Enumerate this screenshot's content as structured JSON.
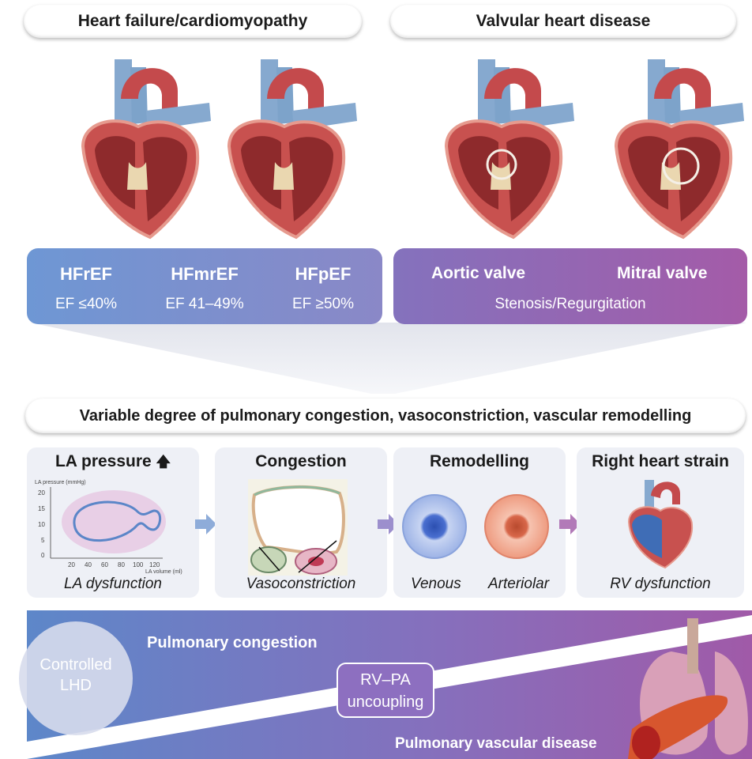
{
  "header": {
    "left_title": "Heart failure/cardiomyopathy",
    "right_title": "Valvular heart disease"
  },
  "hf_types": [
    {
      "name": "HFrEF",
      "ef": "EF ≤40%"
    },
    {
      "name": "HFmrEF",
      "ef": "EF 41–49%"
    },
    {
      "name": "HFpEF",
      "ef": "EF ≥50%"
    }
  ],
  "valves": {
    "aortic": "Aortic valve",
    "mitral": "Mitral valve",
    "condition": "Stenosis/Regurgitation"
  },
  "middle_banner": "Variable degree of pulmonary congestion, vasoconstriction, vascular remodelling",
  "stages": {
    "la": {
      "title": "LA pressure",
      "caption": "LA dysfunction",
      "y_label": "LA pressure (mmHg)",
      "x_label": "LA volume (ml)",
      "y_ticks": [
        "20",
        "15",
        "10",
        "5",
        "0"
      ],
      "x_ticks": [
        "20",
        "40",
        "60",
        "80",
        "100",
        "120"
      ]
    },
    "congestion": {
      "title": "Congestion",
      "caption": "Vasoconstriction"
    },
    "remodelling": {
      "title": "Remodelling",
      "venous": "Venous",
      "arteriolar": "Arteriolar"
    },
    "rv": {
      "title": "Right heart strain",
      "caption": "RV dysfunction"
    }
  },
  "bottom": {
    "controlled_line1": "Controlled",
    "controlled_line2": "LHD",
    "pulmonary_congestion": "Pulmonary congestion",
    "uncoupling_line1": "RV–PA",
    "uncoupling_line2": "uncoupling",
    "pvd": "Pulmonary vascular disease"
  },
  "colors": {
    "blue": "#5b86c8",
    "purple": "#a05aa8",
    "heart_red": "#c2464a",
    "vessel_blue": "#7ea7cc"
  }
}
